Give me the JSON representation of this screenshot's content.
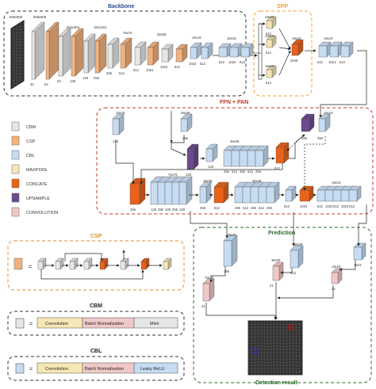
{
  "sections": {
    "backbone": "Backbone",
    "spp": "SPP",
    "fpn_pan": "FPN + PAN",
    "prediction": "Prediction",
    "csp": "CSP",
    "cbm": "CBM",
    "cbl": "CBL",
    "detection_result": "Detection result"
  },
  "legend": [
    {
      "key": "cbm",
      "label": "CBM",
      "color": "#e6e6e6"
    },
    {
      "key": "csp",
      "label": "CSP",
      "color": "#f2b27e"
    },
    {
      "key": "cbl",
      "label": "CBL",
      "color": "#c6dcf2"
    },
    {
      "key": "maxpool",
      "label": "MAXPOOL",
      "color": "#f7e7b4"
    },
    {
      "key": "concate",
      "label": "CONCATE",
      "color": "#e8621a"
    },
    {
      "key": "upsample",
      "label": "UPSAMPLE",
      "color": "#6b4a8e"
    },
    {
      "key": "convolution",
      "label": "CONVOLUTION",
      "color": "#f0c8c8"
    }
  ],
  "backbone_labels": {
    "input_dim": "608x608",
    "dim2": "608x608",
    "dim3": "304x304",
    "dim4": "152x152",
    "dim5": "76x76",
    "dim6": "38x38",
    "dim7": "19x19",
    "channels": [
      "32",
      "64",
      "64",
      "128",
      "128",
      "256",
      "256",
      "512",
      "512",
      "1024",
      "1024",
      "512",
      "1024",
      "512"
    ],
    "out_dim": "19x19"
  },
  "spp_labels": {
    "dims": [
      "19x19",
      "19x19",
      "19x19"
    ],
    "channels": [
      "512",
      "512",
      "512"
    ],
    "concat_dim": "19x19",
    "concat_ch": "2048",
    "after_dim": "19x19",
    "after_ch": [
      "512",
      "1024",
      "512"
    ]
  },
  "fpn_labels": {
    "d76": "76x76",
    "d38": "38x38",
    "d19": "19x19",
    "c128": "128",
    "c256": "256",
    "c512": "512",
    "c1024": "1024"
  },
  "csp_diagram": {
    "equals": "="
  },
  "cbm_diagram": {
    "equals": "=",
    "blocks": [
      "Convolution",
      "Batch Normalization",
      "Mish"
    ]
  },
  "cbl_diagram": {
    "equals": "=",
    "blocks": [
      "Convolution",
      "Batch Normalization",
      "Leaky ReLU"
    ]
  },
  "colors": {
    "backbone_border": "#333333",
    "spp_border": "#f0a030",
    "fpn_border": "#c0392b",
    "prediction_border": "#2e6b2e",
    "csp_border": "#e08a30",
    "conv_fill": "#f7e7b4",
    "bn_fill": "#f0c8c8",
    "act_fill": "#e6e6e6",
    "relu_fill": "#c6dcf2",
    "title_blue": "#2a4f8f",
    "title_orange": "#e08a30",
    "title_red": "#c0392b",
    "title_green": "#2e6b2e"
  }
}
